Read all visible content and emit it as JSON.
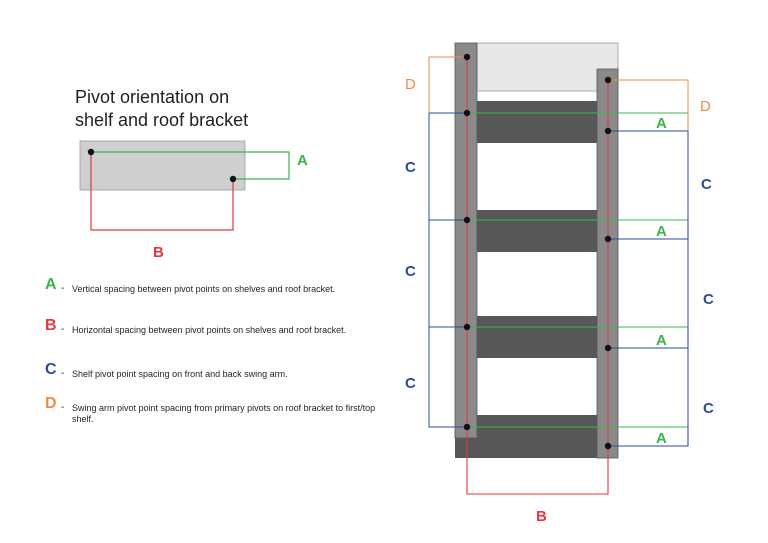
{
  "title": {
    "line1": "Pivot orientation on",
    "line2": "shelf and roof bracket"
  },
  "labels": {
    "A": "A",
    "B": "B",
    "C": "C",
    "D": "D"
  },
  "legend": [
    {
      "letter": "A",
      "text": "Vertical spacing between pivot points on shelves and roof bracket."
    },
    {
      "letter": "B",
      "text": "Horizontal spacing between pivot points on shelves and roof bracket."
    },
    {
      "letter": "C",
      "text": "Shelf pivot point spacing on front and back swing arm."
    },
    {
      "letter": "D",
      "text": "Swing arm pivot point spacing from primary pivots on roof bracket to first/top shelf."
    }
  ],
  "legend_dash": "-",
  "colors": {
    "A": "#3cb44b",
    "B": "#e03a3e",
    "C": "#2e4a9e",
    "D": "#f08c4a",
    "shelf": "#575757",
    "arm": "#8a8a8a",
    "bracket": "#cfcfcf",
    "roof": "#e8e8e8",
    "text": "#231f20"
  }
}
